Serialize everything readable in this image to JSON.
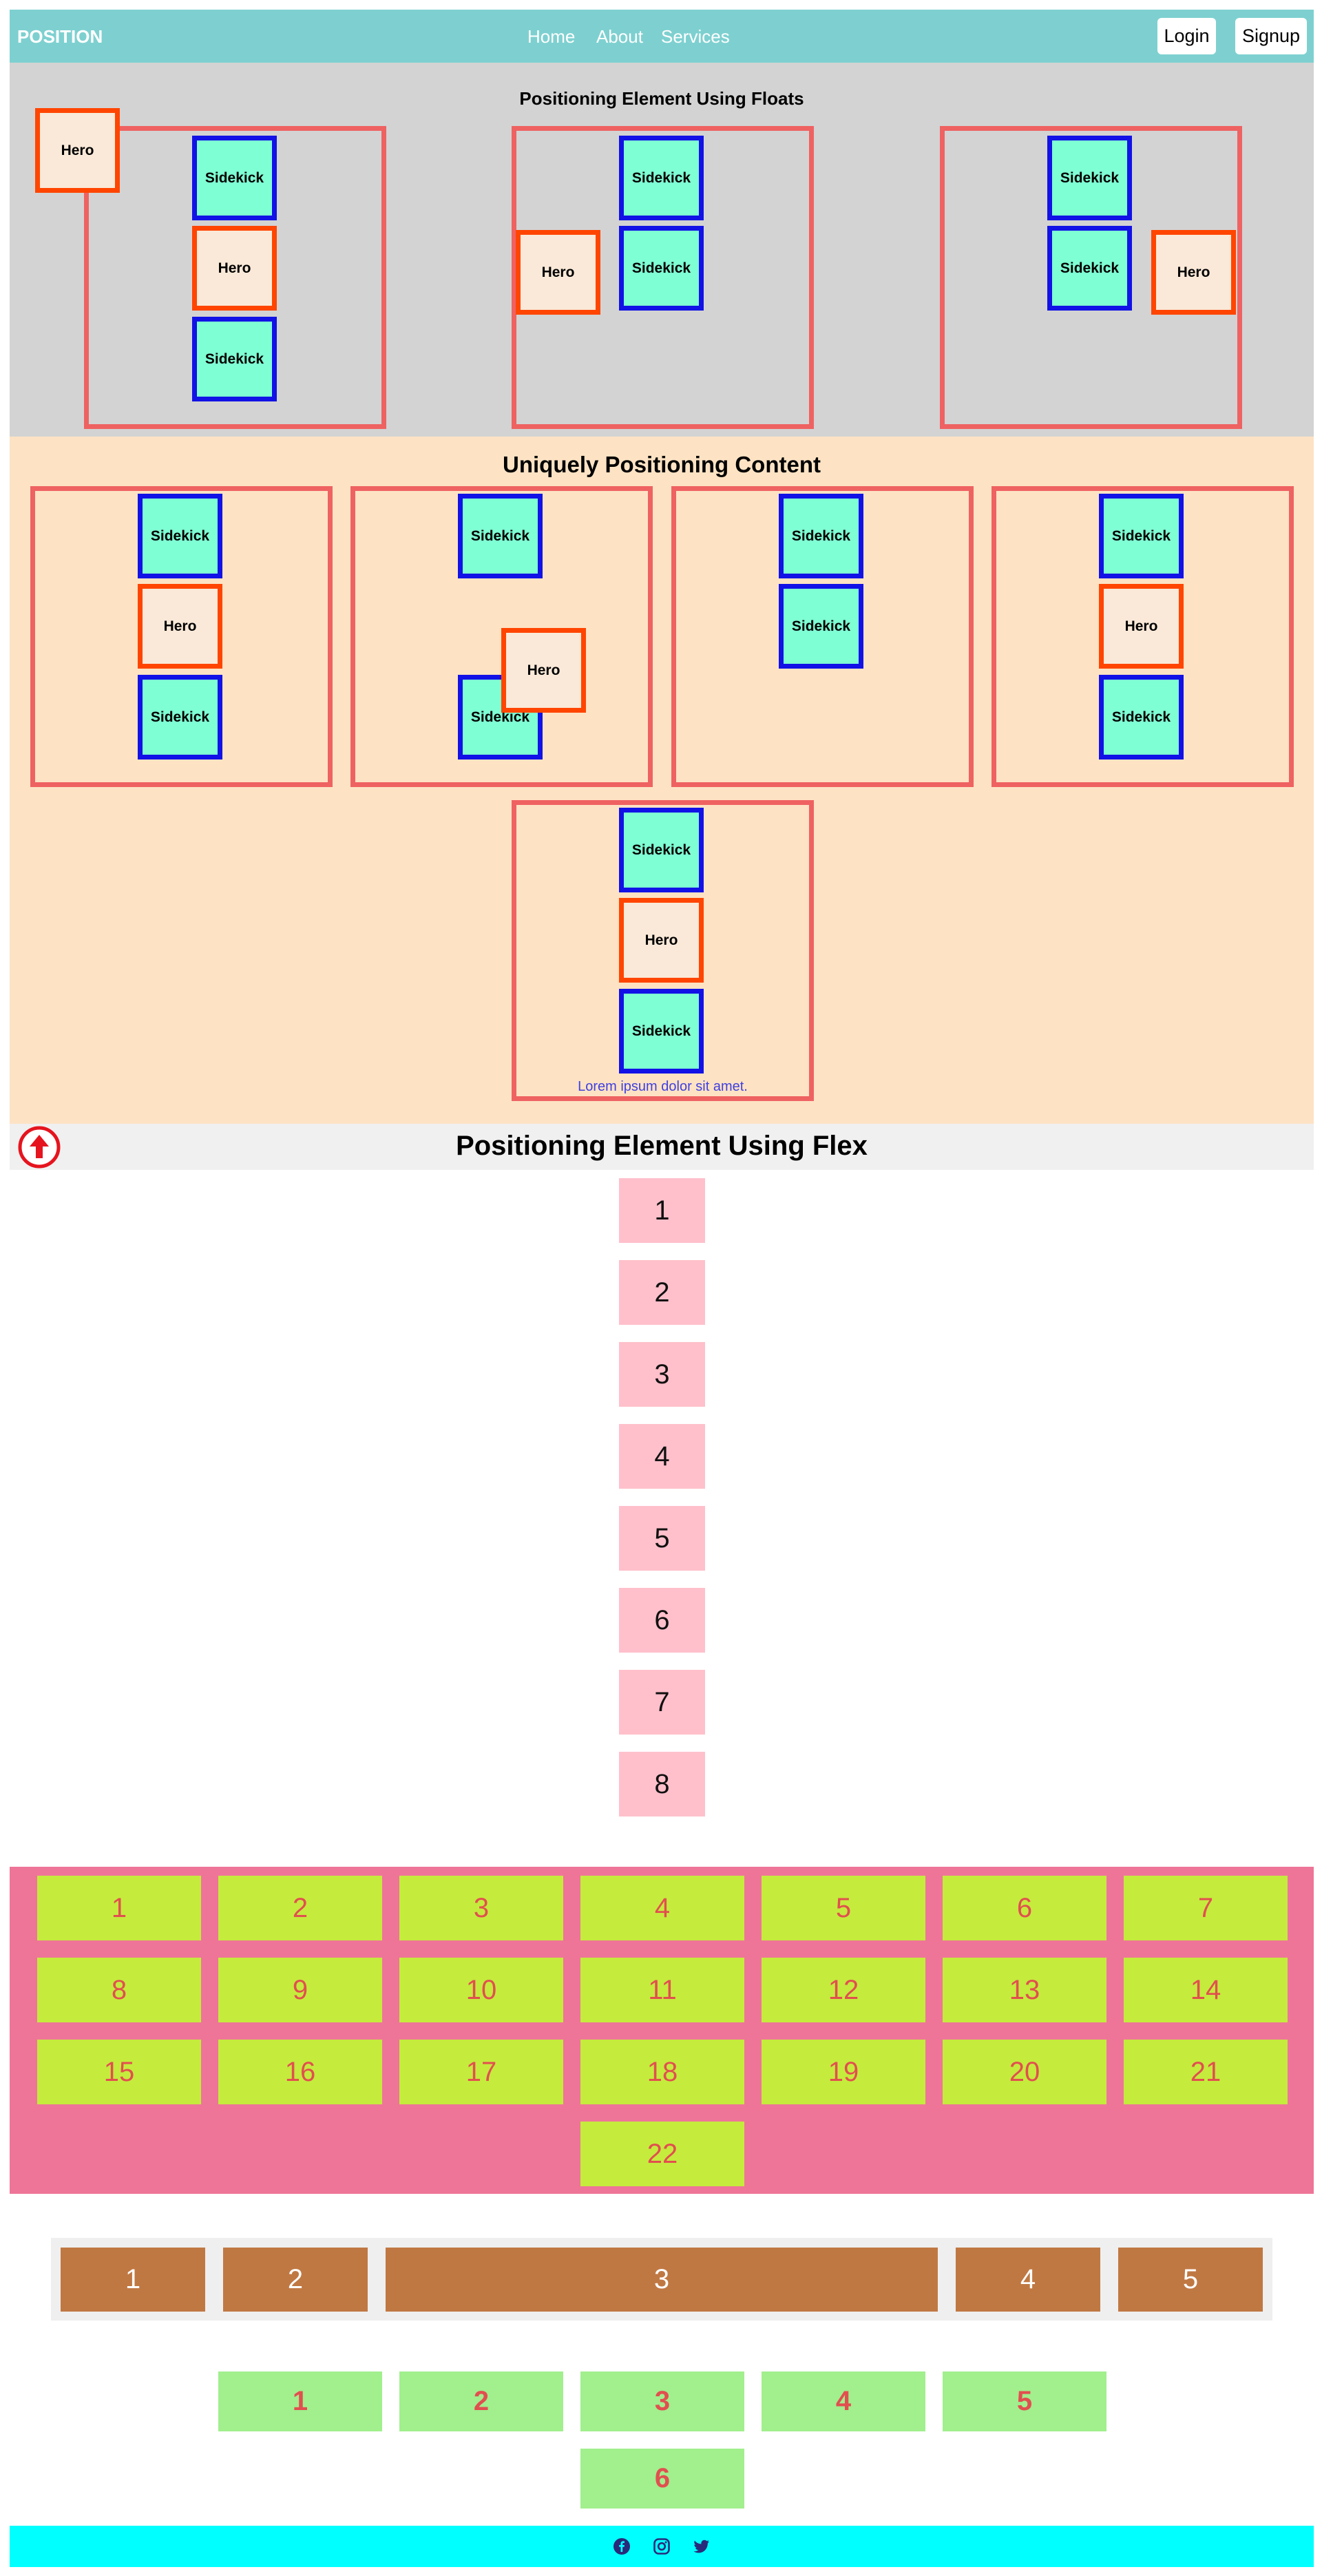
{
  "navbar": {
    "brand": "POSITION",
    "links": [
      "Home",
      "About",
      "Services"
    ],
    "login": "Login",
    "signup": "Signup"
  },
  "floats_section": {
    "title": "Positioning Element Using Floats",
    "hero": "Hero",
    "sidekick": "Sidekick"
  },
  "unique_section": {
    "title": "Uniquely Positioning Content",
    "hero": "Hero",
    "sidekick": "Sidekick",
    "lorem": "Lorem ipsum dolor sit amet."
  },
  "flex_section": {
    "title": "Positioning Element Using Flex",
    "column_items": [
      "1",
      "2",
      "3",
      "4",
      "5",
      "6",
      "7",
      "8"
    ],
    "wrap_items": [
      "1",
      "2",
      "3",
      "4",
      "5",
      "6",
      "7",
      "8",
      "9",
      "10",
      "11",
      "12",
      "13",
      "14",
      "15",
      "16",
      "17",
      "18",
      "19",
      "20",
      "21",
      "22"
    ],
    "grow_items": [
      "1",
      "2",
      "3",
      "4",
      "5"
    ],
    "center_items": [
      "1",
      "2",
      "3",
      "4",
      "5",
      "6"
    ]
  },
  "footer": {
    "icons": [
      "facebook-icon",
      "instagram-icon",
      "twitter-icon"
    ]
  },
  "colors": {
    "navbar": "#7ed0d0",
    "container_border": "#ef6262",
    "sidekick_bg": "#7fffd4",
    "sidekick_border": "#1212e6",
    "hero_border": "#ff4500",
    "footer": "#00ffff"
  }
}
